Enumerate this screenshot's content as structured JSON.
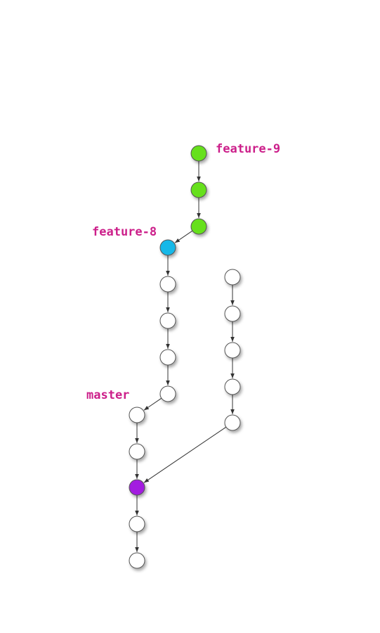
{
  "graph": {
    "labels": {
      "feature9": "feature-9",
      "feature8": "feature-8",
      "master": "master"
    },
    "colors": {
      "label": "#cc1f8a",
      "green": "#66e01a",
      "cyan": "#16b8e8",
      "purple": "#a31ae0",
      "white": "#ffffff",
      "stroke": "#555555",
      "edge": "#333333"
    },
    "nodes": [
      {
        "id": "f9a",
        "color": "green"
      },
      {
        "id": "f9b",
        "color": "green"
      },
      {
        "id": "f9c",
        "color": "green"
      },
      {
        "id": "f8",
        "color": "cyan"
      },
      {
        "id": "b1",
        "color": "white"
      },
      {
        "id": "b2",
        "color": "white"
      },
      {
        "id": "b3",
        "color": "white"
      },
      {
        "id": "b4",
        "color": "white"
      },
      {
        "id": "m",
        "color": "white"
      },
      {
        "id": "m2",
        "color": "white"
      },
      {
        "id": "merge",
        "color": "purple"
      },
      {
        "id": "m4",
        "color": "white"
      },
      {
        "id": "m5",
        "color": "white"
      },
      {
        "id": "r1",
        "color": "white"
      },
      {
        "id": "r2",
        "color": "white"
      },
      {
        "id": "r3",
        "color": "white"
      },
      {
        "id": "r4",
        "color": "white"
      },
      {
        "id": "r5",
        "color": "white"
      }
    ],
    "edges": [
      [
        "f9a",
        "f9b"
      ],
      [
        "f9b",
        "f9c"
      ],
      [
        "f9c",
        "f8"
      ],
      [
        "f8",
        "b1"
      ],
      [
        "b1",
        "b2"
      ],
      [
        "b2",
        "b3"
      ],
      [
        "b3",
        "b4"
      ],
      [
        "b4",
        "m"
      ],
      [
        "m",
        "m2"
      ],
      [
        "m2",
        "merge"
      ],
      [
        "merge",
        "m4"
      ],
      [
        "m4",
        "m5"
      ],
      [
        "r1",
        "r2"
      ],
      [
        "r2",
        "r3"
      ],
      [
        "r3",
        "r4"
      ],
      [
        "r4",
        "r5"
      ],
      [
        "r5",
        "merge"
      ]
    ]
  }
}
